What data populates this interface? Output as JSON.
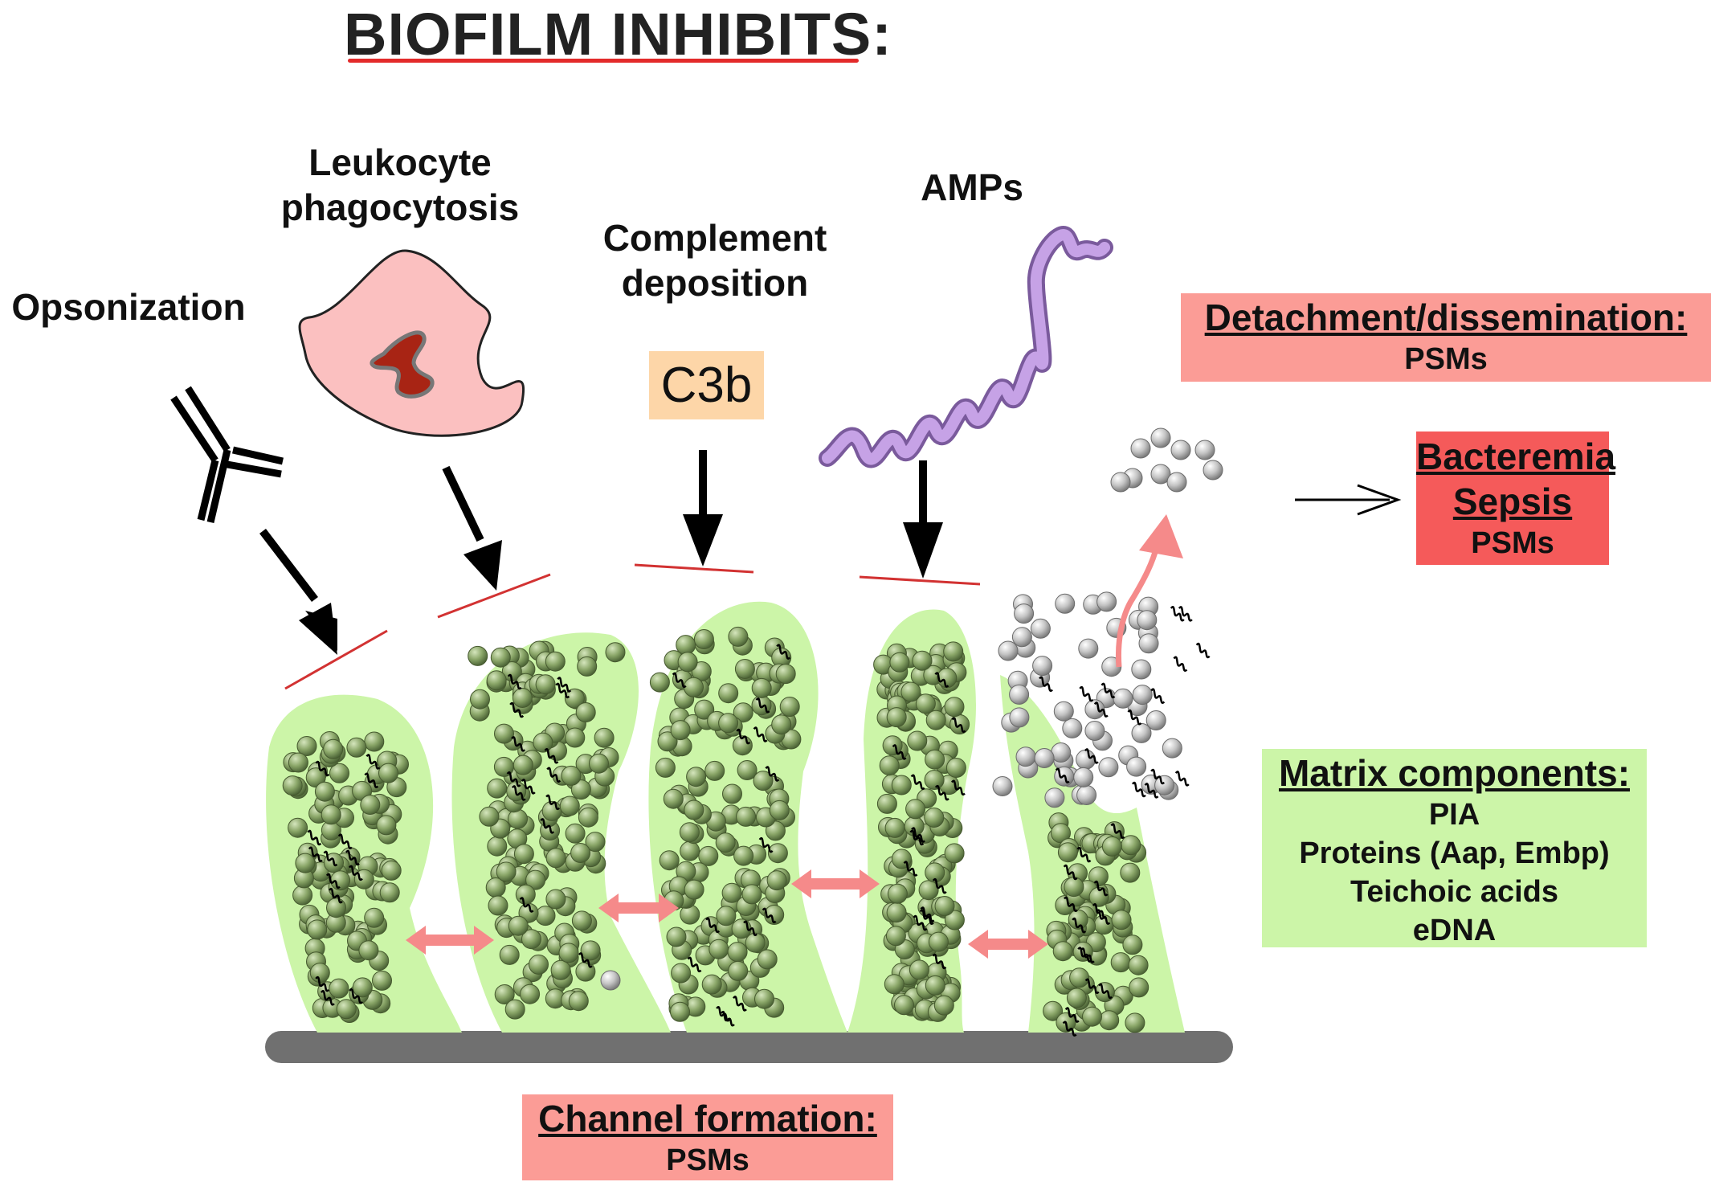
{
  "title": "BIOFILM INHIBITS",
  "title_colon": ":",
  "labels": {
    "opsonization": "Opsonization",
    "leukocyte_line1": "Leukocyte",
    "leukocyte_line2": "phagocytosis",
    "complement_line1": "Complement",
    "complement_line2": "deposition",
    "c3b": "C3b",
    "amps": "AMPs"
  },
  "boxes": {
    "detachment": {
      "heading": "Detachment/dissemination:",
      "items": [
        "PSMs"
      ]
    },
    "bacteremia": {
      "heading1": "Bacteremia",
      "heading2": "Sepsis",
      "items": [
        "PSMs"
      ]
    },
    "matrix": {
      "heading": "Matrix components:",
      "items": [
        "PIA",
        "Proteins (Aap, Embp)",
        "Teichoic acids",
        "eDNA"
      ]
    },
    "channel": {
      "heading": "Channel formation:",
      "items": [
        "PSMs"
      ]
    }
  },
  "colors": {
    "biofilm_matrix": "#ccf5a8",
    "bacteria_green": "#7f9a5c",
    "bacteria_grey": "#c8c8c8",
    "inhibition_line": "#d23232",
    "psm_box": "#fb9c96",
    "sepsis_box": "#f55a5a",
    "matrix_box": "#ccf5a8",
    "c3b_box": "#fdd6a8",
    "leukocyte": "#fbc0c0",
    "amp_helix": "#b690d6",
    "substrate": "#707070"
  }
}
